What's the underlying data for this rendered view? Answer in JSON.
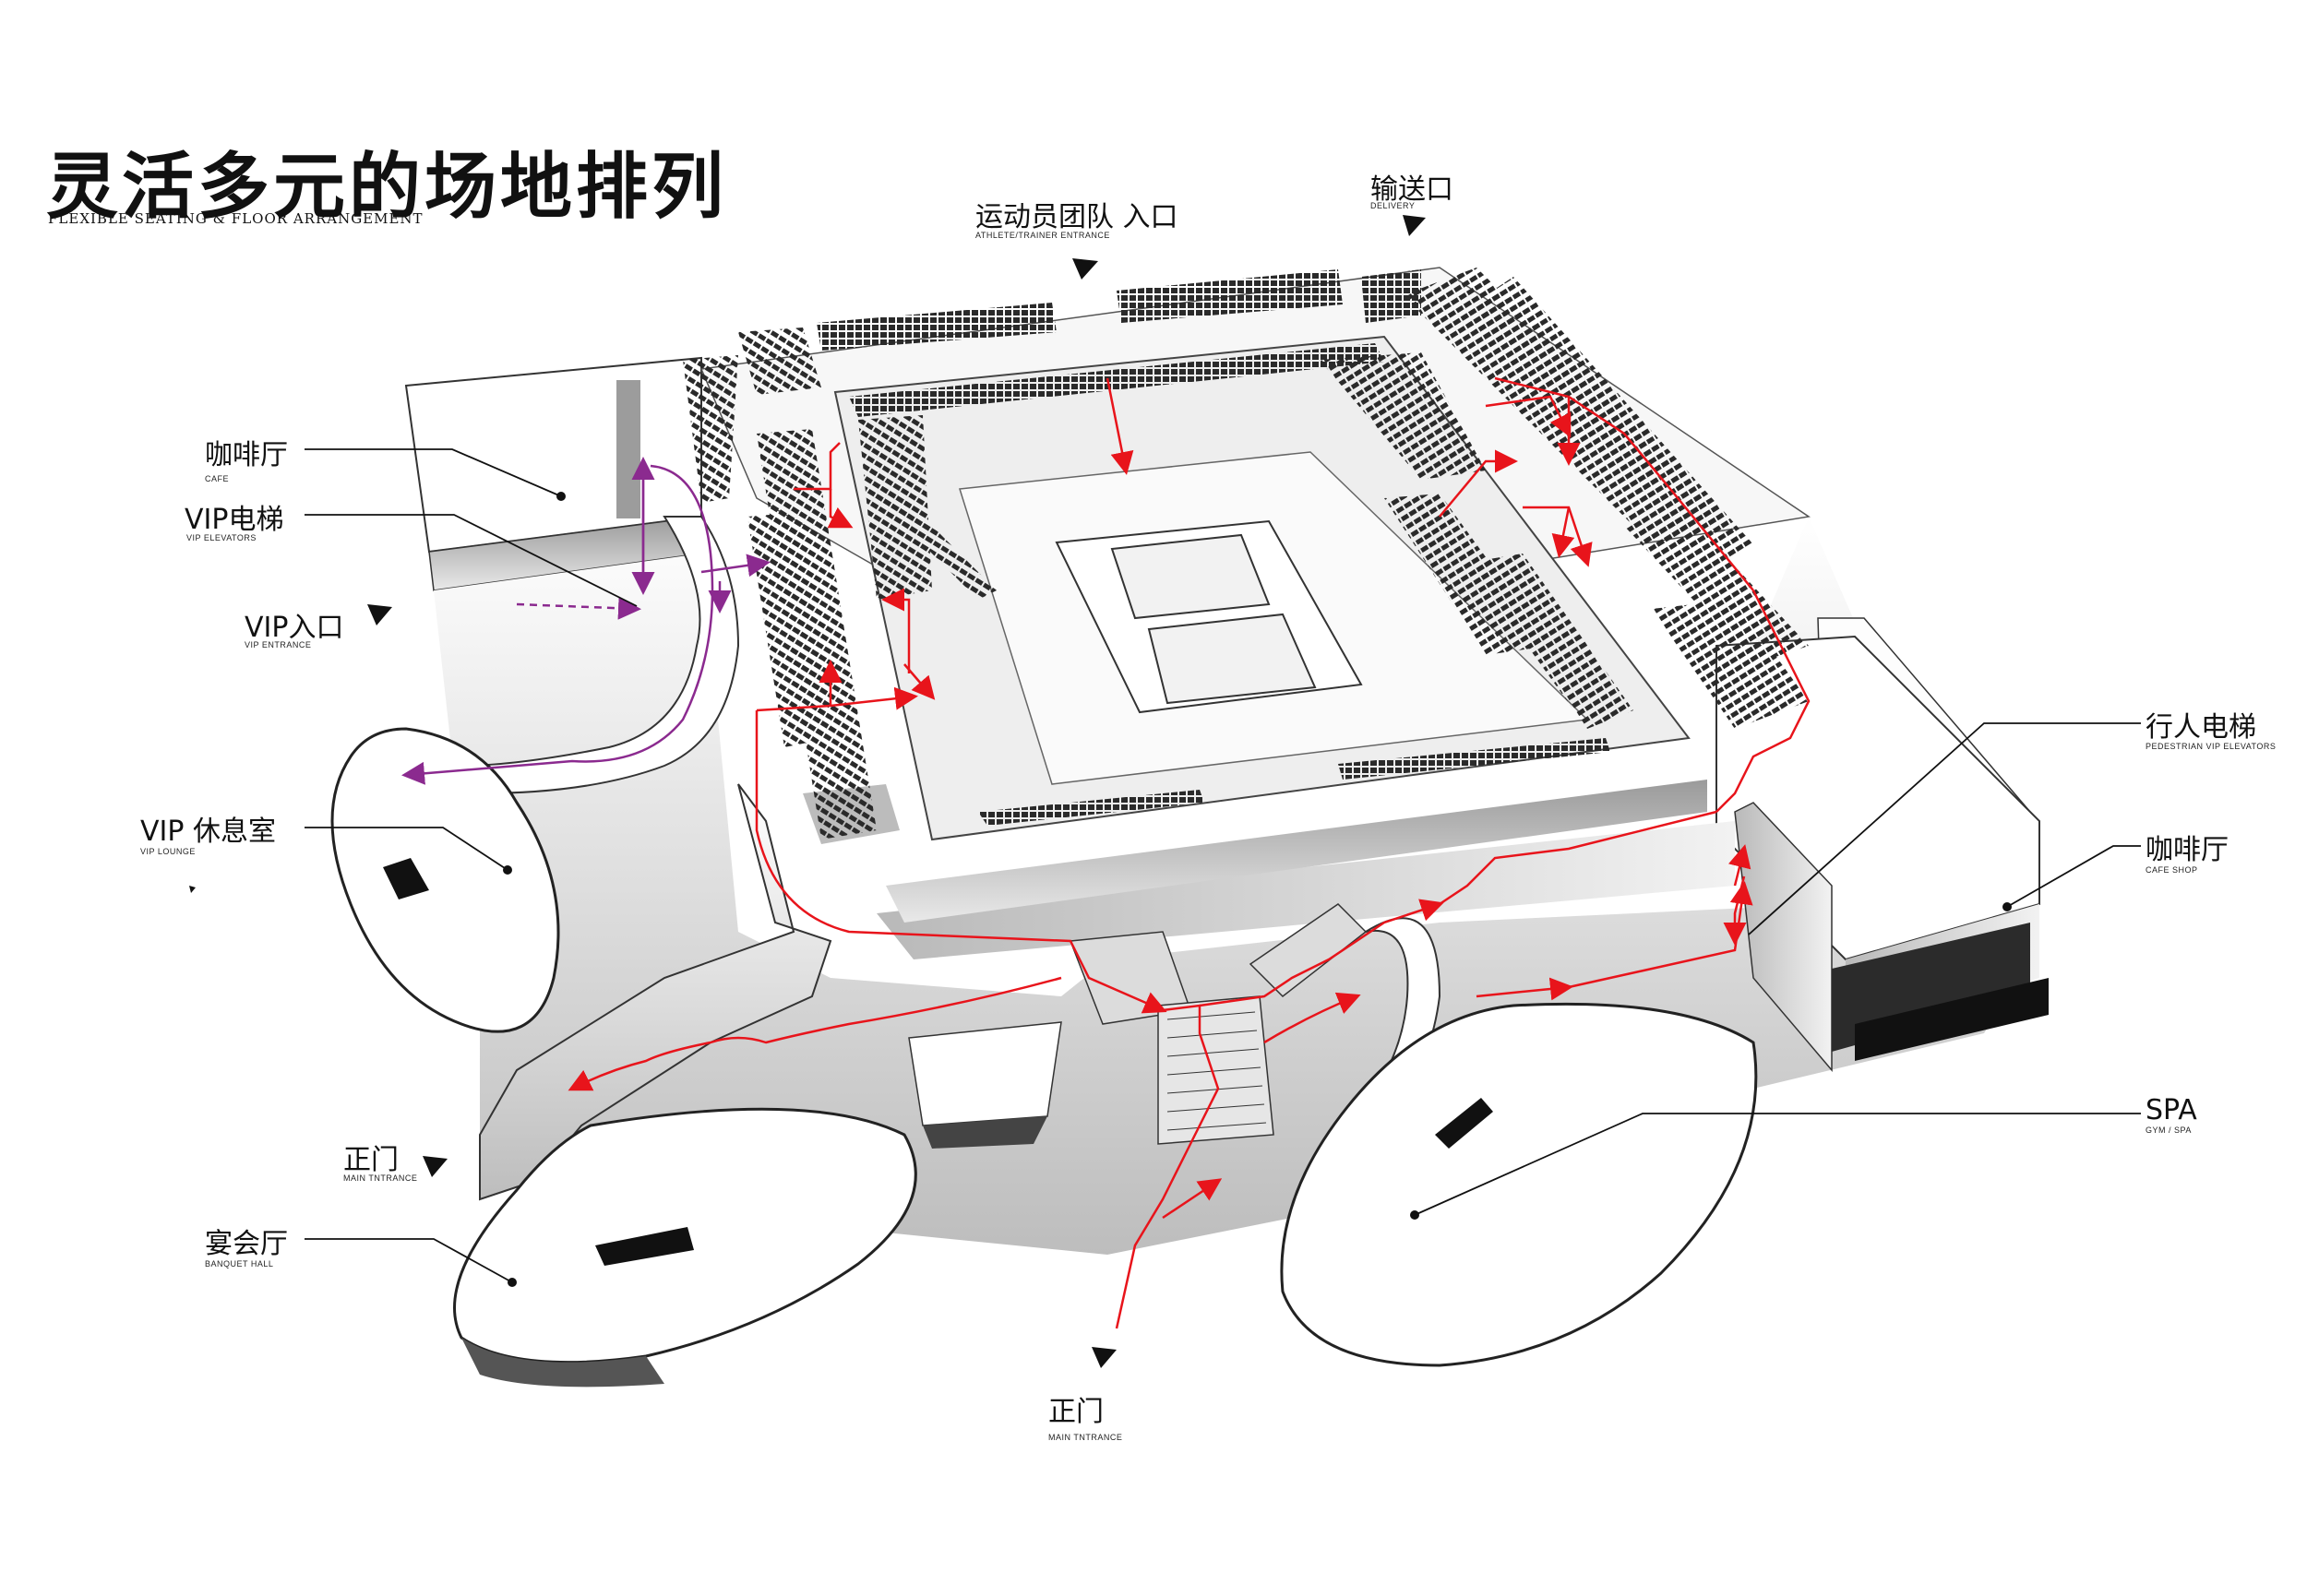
{
  "title": {
    "cn": "灵活多元的场地排列",
    "en": "FLEXIBLE SEATING & FLOOR ARRANGEMENT"
  },
  "labels": {
    "athlete_entrance": {
      "cn": "运动员团队 入口",
      "en": "ATHLETE/TRAINER ENTRANCE"
    },
    "delivery": {
      "cn": "输送口",
      "en": "DELIVERY"
    },
    "cafe_left": {
      "cn": "咖啡厅",
      "en": "CAFE"
    },
    "vip_elevators": {
      "cn": "VIP电梯",
      "en": "VIP ELEVATORS"
    },
    "vip_entrance": {
      "cn": "VIP入口",
      "en": "VIP ENTRANCE"
    },
    "vip_lounge": {
      "cn": "VIP 休息室",
      "en": "VIP LOUNGE"
    },
    "main_entrance_left": {
      "cn": "正门",
      "en": "MAIN TNTRANCE"
    },
    "banquet_hall": {
      "cn": "宴会厅",
      "en": "BANQUET HALL"
    },
    "main_entrance_bottom": {
      "cn": "正门",
      "en": "MAIN TNTRANCE"
    },
    "pedestrian_elevators": {
      "cn": "行人电梯",
      "en": "PEDESTRIAN VIP ELEVATORS"
    },
    "cafe_right": {
      "cn": "咖啡厅",
      "en": "CAFE SHOP"
    },
    "spa": {
      "cn": "SPA",
      "en": "GYM / SPA"
    }
  },
  "colors": {
    "public_route": "#e8141b",
    "vip_route": "#8b2a8f",
    "leader_line": "#111111",
    "seating": "#2a2a2a",
    "floor": "#f4f4f4"
  },
  "icons": {
    "entrance_marker": "entrance-triangle-icon",
    "leader_end": "leader-dot-icon"
  }
}
